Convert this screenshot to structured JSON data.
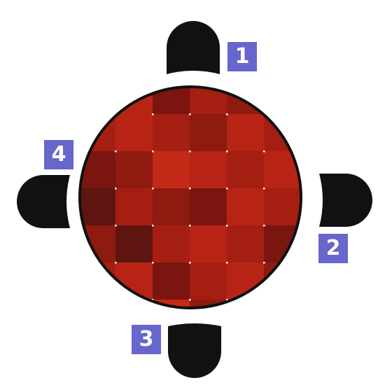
{
  "seats": [
    {
      "label": "1"
    },
    {
      "label": "2"
    },
    {
      "label": "3"
    },
    {
      "label": "4"
    }
  ],
  "colors": {
    "chair": "#111111",
    "table_border": "#111111",
    "label_bg": "#6666cc",
    "label_text": "#ffffff",
    "tablecloth": [
      "#5e1510",
      "#7a150f",
      "#8e1a10",
      "#a51e12",
      "#b72415",
      "#c42a18"
    ]
  },
  "tablecloth_grid": [
    [
      2,
      4,
      1,
      3,
      2,
      0,
      2,
      3
    ],
    [
      3,
      4,
      3,
      2,
      4,
      3,
      2,
      2
    ],
    [
      1,
      2,
      5,
      4,
      3,
      4,
      3,
      1
    ],
    [
      0,
      3,
      2,
      1,
      4,
      3,
      2,
      1
    ],
    [
      2,
      0,
      3,
      4,
      3,
      1,
      5,
      2
    ],
    [
      3,
      4,
      1,
      3,
      4,
      2,
      3,
      1
    ],
    [
      4,
      3,
      5,
      2,
      3,
      4,
      1,
      2
    ],
    [
      2,
      1,
      4,
      3,
      2,
      3,
      4,
      3
    ]
  ]
}
